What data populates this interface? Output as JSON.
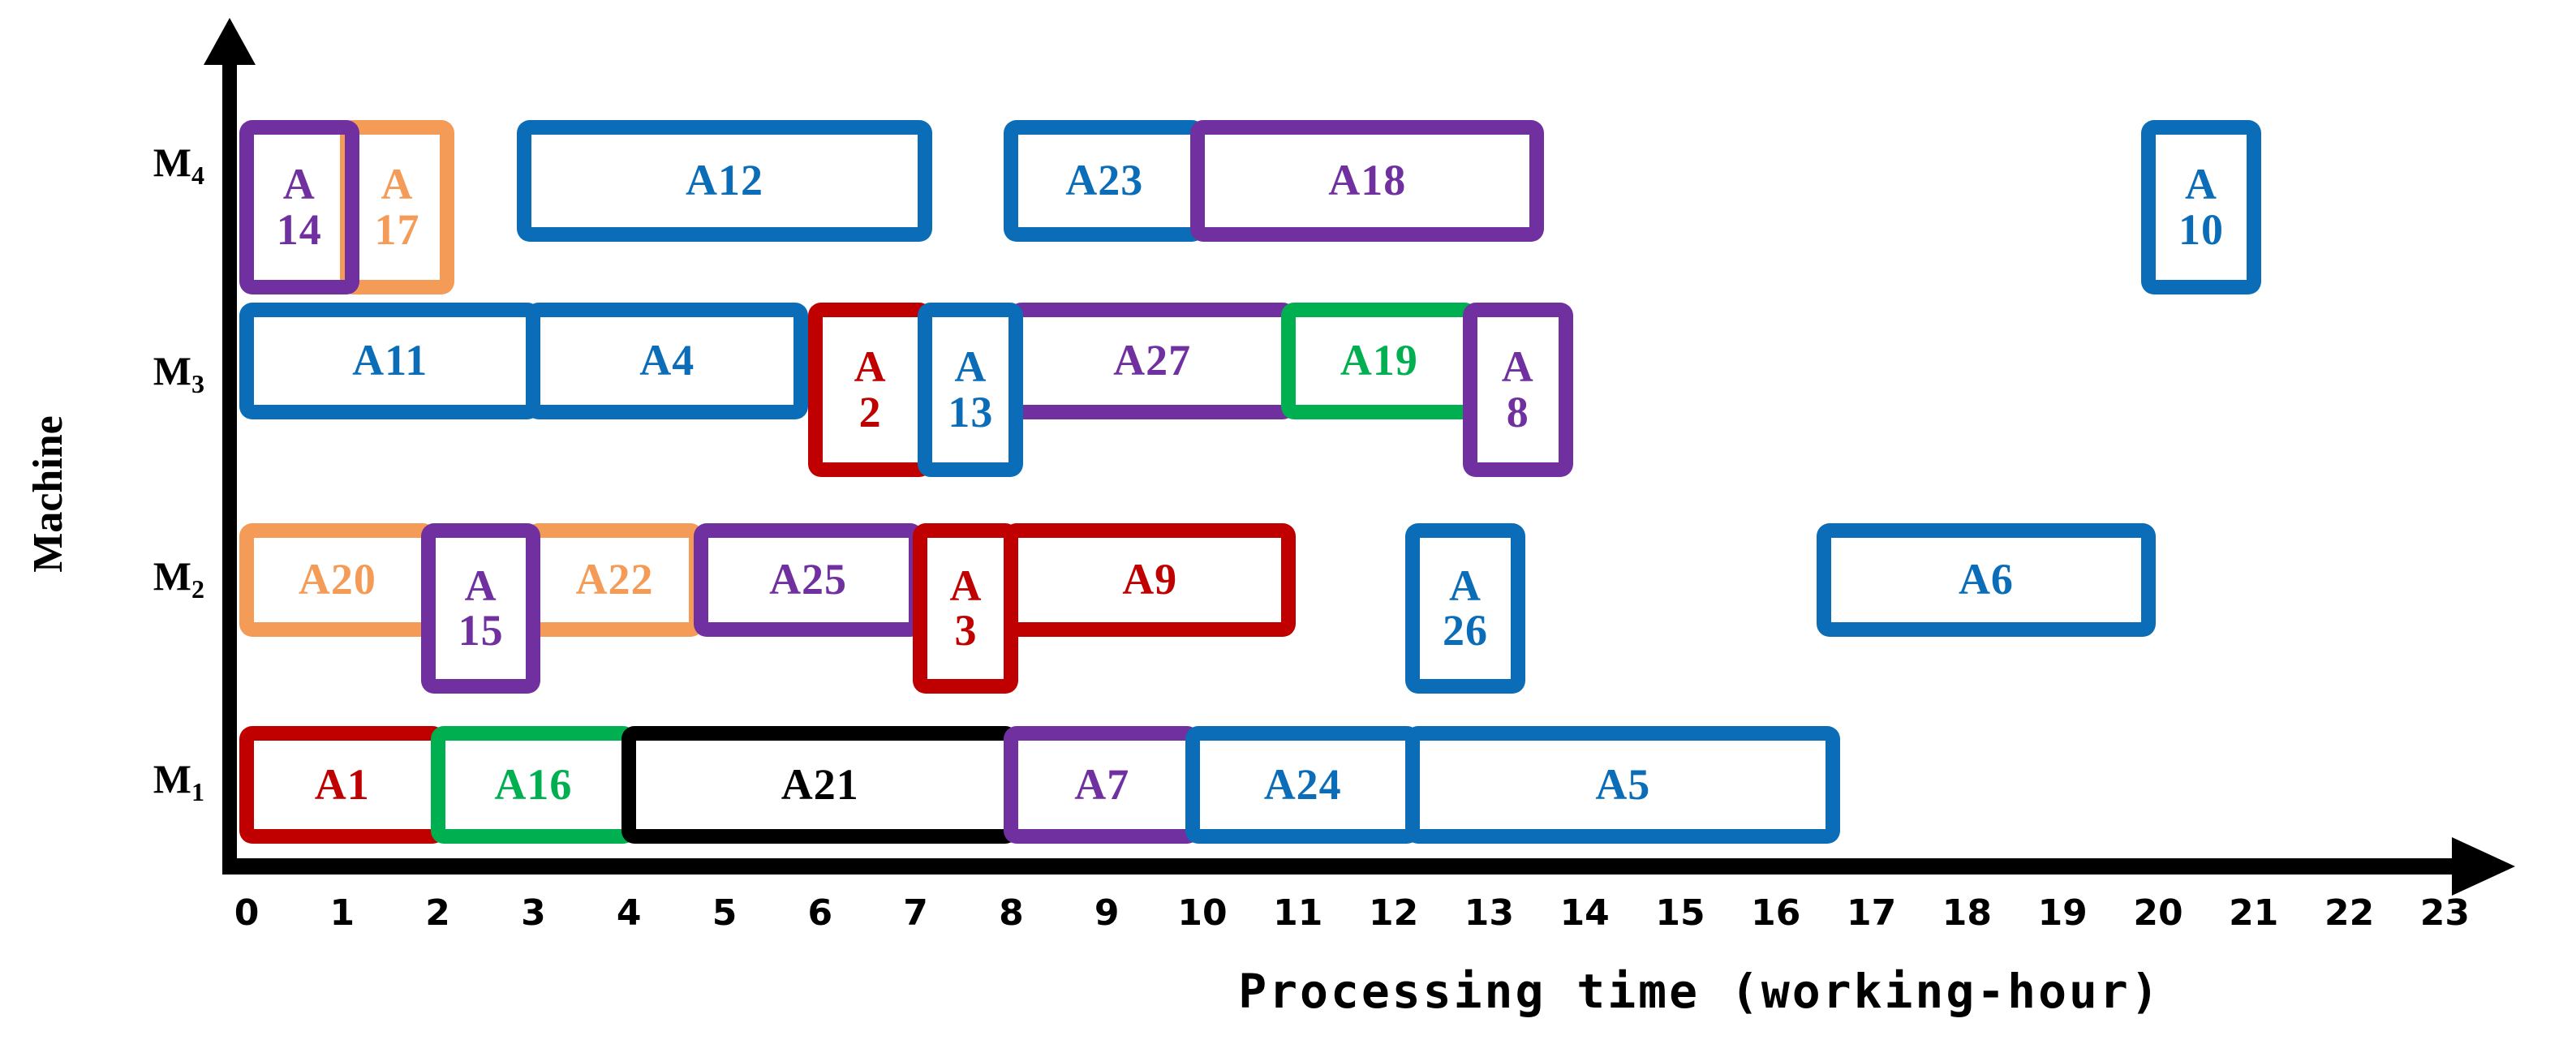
{
  "colors": {
    "blue": "#0B6DB7",
    "purple": "#7030A0",
    "orange": "#F49B57",
    "red": "#C00000",
    "green": "#00B050",
    "black": "#000000"
  },
  "chart_data": {
    "type": "gantt",
    "title": "",
    "xlabel": "Processing time (working-hour)",
    "ylabel": "Machine",
    "xlim": [
      0,
      23
    ],
    "x_ticks": [
      "0",
      "1",
      "2",
      "3",
      "4",
      "5",
      "6",
      "7",
      "8",
      "9",
      "10",
      "11",
      "12",
      "13",
      "14",
      "15",
      "16",
      "17",
      "18",
      "19",
      "20",
      "21",
      "22",
      "23"
    ],
    "grid": false,
    "legend": false,
    "rows": [
      {
        "machine": "M4",
        "tasks": [
          {
            "label": "A14",
            "lines": [
              "A",
              "14"
            ],
            "start": 0,
            "end": 1.1,
            "color": "purple",
            "z": 3
          },
          {
            "label": "A17",
            "lines": [
              "A",
              "17"
            ],
            "start": 1.05,
            "end": 2.1,
            "color": "orange",
            "z": 2
          },
          {
            "label": "A12",
            "lines": [
              "A12"
            ],
            "start": 2.9,
            "end": 7.1,
            "color": "blue"
          },
          {
            "label": "A23",
            "lines": [
              "A23"
            ],
            "start": 8.0,
            "end": 9.95,
            "color": "blue"
          },
          {
            "label": "A18",
            "lines": [
              "A18"
            ],
            "start": 9.95,
            "end": 13.5,
            "color": "purple"
          },
          {
            "label": "A10",
            "lines": [
              "A",
              "10"
            ],
            "start": 19.9,
            "end": 21.0,
            "color": "blue",
            "z": 2
          }
        ]
      },
      {
        "machine": "M3",
        "tasks": [
          {
            "label": "A11",
            "lines": [
              "A11"
            ],
            "start": 0,
            "end": 3.0,
            "color": "blue"
          },
          {
            "label": "A4",
            "lines": [
              "A4"
            ],
            "start": 3.0,
            "end": 5.8,
            "color": "blue"
          },
          {
            "label": "A2",
            "lines": [
              "A",
              "2"
            ],
            "start": 5.95,
            "end": 7.1,
            "color": "red",
            "z": 2
          },
          {
            "label": "A13",
            "lines": [
              "A",
              "13"
            ],
            "start": 7.1,
            "end": 8.05,
            "color": "blue",
            "z": 2
          },
          {
            "label": "A27",
            "lines": [
              "A27"
            ],
            "start": 8.05,
            "end": 10.9,
            "color": "purple"
          },
          {
            "label": "A19",
            "lines": [
              "A19"
            ],
            "start": 10.9,
            "end": 12.8,
            "color": "green"
          },
          {
            "label": "A8",
            "lines": [
              "A",
              "8"
            ],
            "start": 12.8,
            "end": 13.8,
            "color": "purple",
            "z": 2
          }
        ]
      },
      {
        "machine": "M2",
        "tasks": [
          {
            "label": "A20",
            "lines": [
              "A20"
            ],
            "start": 0,
            "end": 1.9,
            "color": "orange"
          },
          {
            "label": "A22",
            "lines": [
              "A22"
            ],
            "start": 3.0,
            "end": 4.7,
            "color": "orange"
          },
          {
            "label": "A15",
            "lines": [
              "A",
              "15"
            ],
            "start": 1.9,
            "end": 3.0,
            "color": "purple",
            "z": 2
          },
          {
            "label": "A25",
            "lines": [
              "A25"
            ],
            "start": 4.75,
            "end": 7.0,
            "color": "purple"
          },
          {
            "label": "A3",
            "lines": [
              "A",
              "3"
            ],
            "start": 7.05,
            "end": 8.0,
            "color": "red",
            "z": 2
          },
          {
            "label": "A9",
            "lines": [
              "A9"
            ],
            "start": 8.0,
            "end": 10.9,
            "color": "red"
          },
          {
            "label": "A26",
            "lines": [
              "A",
              "26"
            ],
            "start": 12.2,
            "end": 13.3,
            "color": "blue",
            "z": 2
          },
          {
            "label": "A6",
            "lines": [
              "A6"
            ],
            "start": 16.5,
            "end": 19.9,
            "color": "blue"
          }
        ]
      },
      {
        "machine": "M1",
        "tasks": [
          {
            "label": "A1",
            "lines": [
              "A1"
            ],
            "start": 0,
            "end": 2.0,
            "color": "red"
          },
          {
            "label": "A16",
            "lines": [
              "A16"
            ],
            "start": 2.0,
            "end": 4.0,
            "color": "green"
          },
          {
            "label": "A21",
            "lines": [
              "A21"
            ],
            "start": 4.0,
            "end": 8.0,
            "color": "black"
          },
          {
            "label": "A7",
            "lines": [
              "A7"
            ],
            "start": 8.0,
            "end": 9.9,
            "color": "purple"
          },
          {
            "label": "A24",
            "lines": [
              "A24"
            ],
            "start": 9.9,
            "end": 12.2,
            "color": "blue"
          },
          {
            "label": "A5",
            "lines": [
              "A5"
            ],
            "start": 12.2,
            "end": 16.6,
            "color": "blue"
          }
        ]
      }
    ]
  }
}
